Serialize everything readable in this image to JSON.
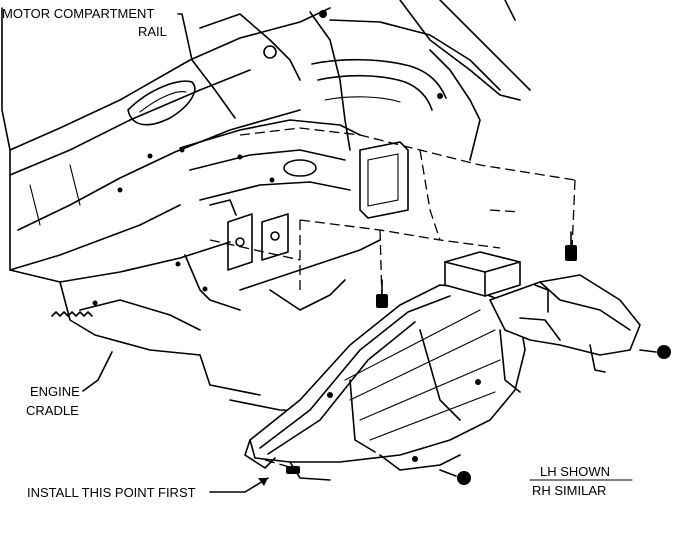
{
  "labels": {
    "motor_compartment_rail_line1": "MOTOR COMPARTMENT",
    "motor_compartment_rail_line2": "RAIL",
    "engine_cradle_line1": "ENGINE",
    "engine_cradle_line2": "CRADLE",
    "install_point": "INSTALL THIS POINT FIRST",
    "lh_shown": "LH SHOWN",
    "rh_similar": "RH SIMILAR"
  },
  "colors": {
    "ink": "#000000",
    "paper": "#ffffff"
  }
}
